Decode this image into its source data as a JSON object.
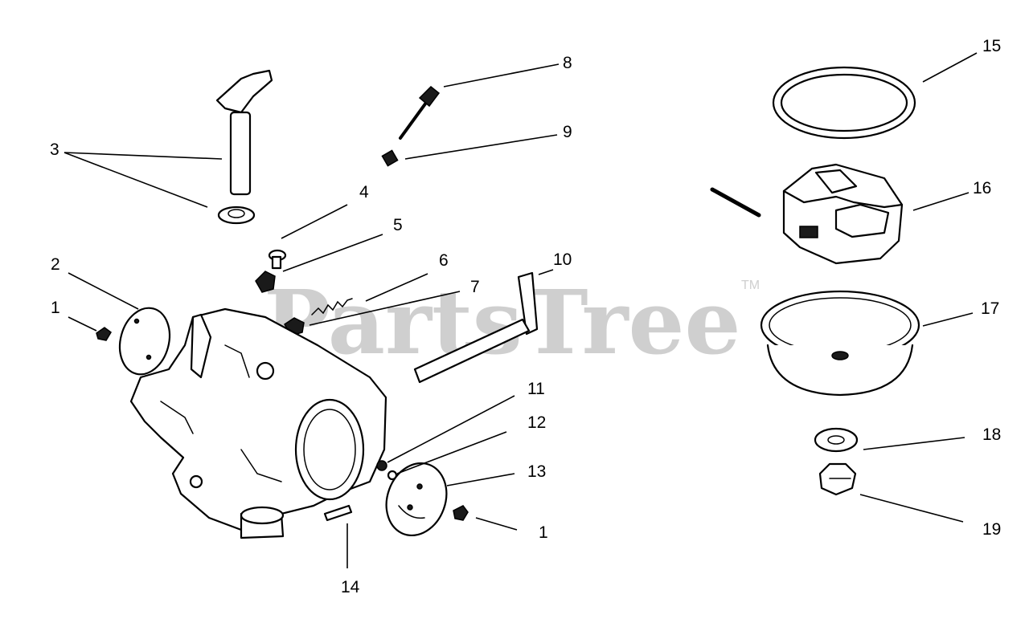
{
  "watermark": {
    "brand": "PartsTree",
    "tm": "TM"
  },
  "callouts": [
    "15",
    "16",
    "17",
    "18",
    "19",
    "3",
    "8",
    "9",
    "4",
    "5",
    "6",
    "7",
    "10",
    "2",
    "1",
    "11",
    "12",
    "13",
    "1",
    "14"
  ],
  "colors": {
    "line": "#000000",
    "watermark": "#cfcfcf",
    "background": "#ffffff"
  }
}
